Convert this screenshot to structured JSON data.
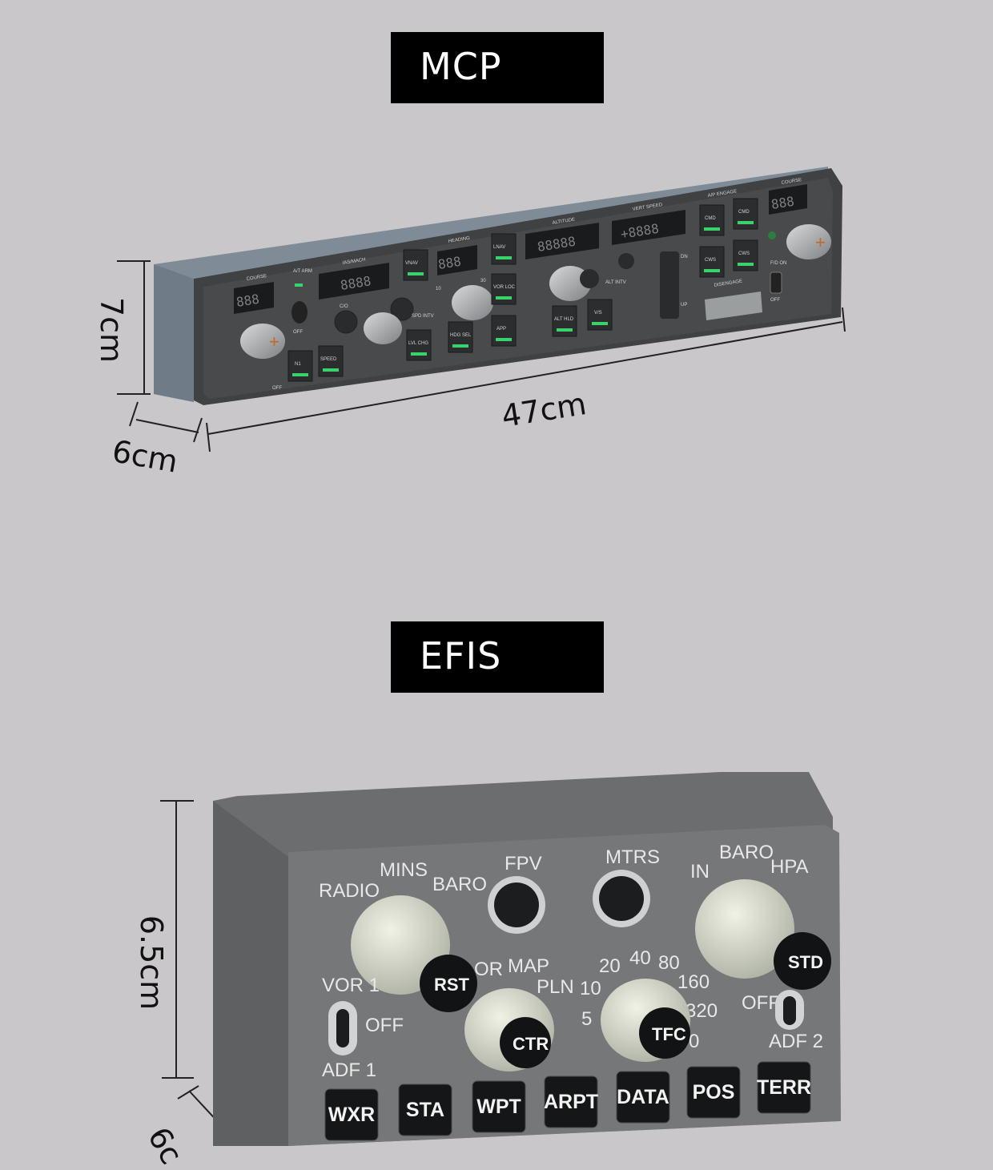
{
  "sections": {
    "mcp_title": "MCP",
    "efis_title": "EFIS"
  },
  "mcp": {
    "dimensions": {
      "height": "7cm",
      "depth": "6cm",
      "width": "47cm"
    },
    "labels": {
      "course_left": "COURSE",
      "at_arm": "A/T ARM",
      "off_left": "OFF",
      "ias_mach": "IAS/MACH",
      "co": "C/O",
      "spd_intv": "SPD INTV",
      "n1": "N1",
      "speed": "SPEED",
      "lvl_chg": "LVL CHG",
      "heading": "HEADING",
      "hdg_sel": "HDG SEL",
      "vnav": "VNAV",
      "lnav": "LNAV",
      "vor_loc": "VOR LOC",
      "app": "APP",
      "altitude": "ALTITUDE",
      "alt_intv": "ALT INTV",
      "alt_hld": "ALT HLD",
      "vs": "V/S",
      "vert_speed": "VERT SPEED",
      "ap_engage": "A/P ENGAGE",
      "cmd_a": "CMD",
      "cmd_b": "CMD",
      "cws_a": "CWS",
      "cws_b": "CWS",
      "disengage": "DISENGAGE",
      "course_right": "COURSE",
      "fd_on": "F/D ON",
      "off_right": "OFF",
      "dn": "DN",
      "up": "UP",
      "bank_10": "10",
      "bank_30": "30"
    },
    "displays": {
      "course_left": "888",
      "ias_mach": "8888",
      "heading": "888",
      "altitude": "88888",
      "vert_speed": "+8888",
      "course_right": "888"
    }
  },
  "efis": {
    "dimensions": {
      "height": "6.5cm",
      "depth": "6c"
    },
    "labels": {
      "radio": "RADIO",
      "mins": "MINS",
      "baro_left": "BARO",
      "fpv": "FPV",
      "mtrs": "MTRS",
      "in": "IN",
      "baro_right": "BARO",
      "hpa": "HPA",
      "vor1": "VOR 1",
      "off1": "OFF",
      "adf1": "ADF 1",
      "vor_partial": "OR",
      "map": "MAP",
      "pln": "PLN",
      "range_5": "5",
      "range_10": "10",
      "range_20": "20",
      "range_40": "40",
      "range_80": "80",
      "range_160": "160",
      "range_320": "320",
      "range_640": "0",
      "off2": "OFF",
      "adf2": "ADF 2"
    },
    "knobs": {
      "rst": "RST",
      "ctr": "CTR",
      "tfc": "TFC",
      "std": "STD"
    },
    "keys": [
      "WXR",
      "STA",
      "WPT",
      "ARPT",
      "DATA",
      "POS",
      "TERR"
    ]
  }
}
